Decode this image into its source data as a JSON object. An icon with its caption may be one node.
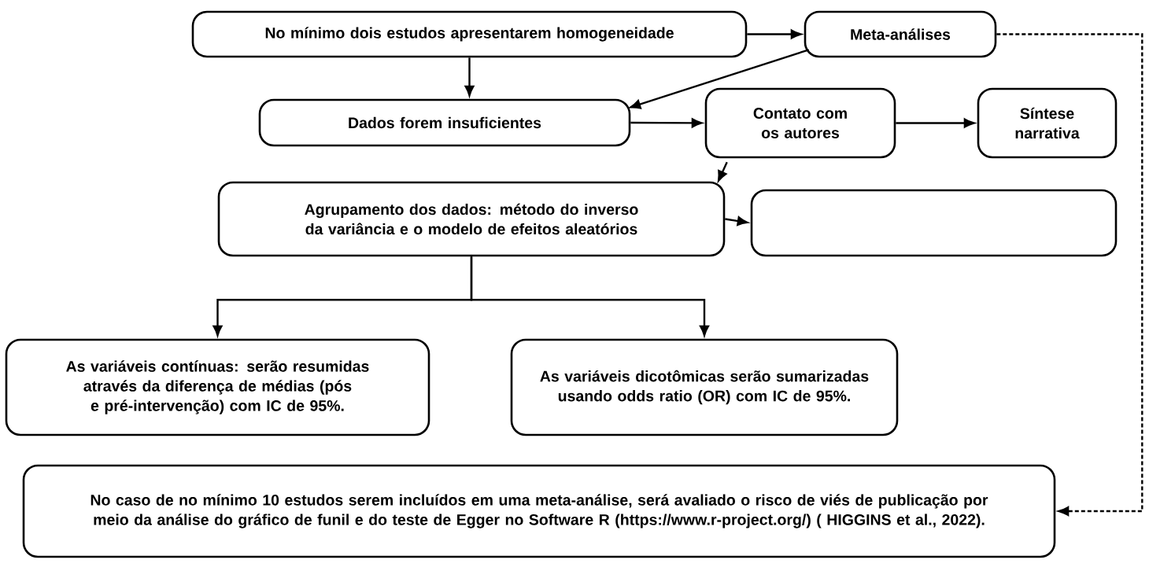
{
  "diagram": {
    "nodes": [
      {
        "text": [
          "No mínimo dois estudos apresentarem homogeneidade"
        ]
      },
      {
        "text": [
          "Meta-análises"
        ]
      },
      {
        "text": [
          "Dados forem insuficientes"
        ]
      },
      {
        "text": [
          "Contato com os autores"
        ]
      },
      {
        "text": [
          "Síntese narrativa"
        ]
      },
      {
        "text": [
          "Agrupamento dos dados: método do inverso da variância e o modelo de efeitos aleatórios"
        ]
      },
      {
        "text": [],
        "shape": "box"
      },
      {
        "text": [
          "As variáveis contínuas: serão resumidas através da diferença de médias (pós e pré-intervenção) com IC de 95%."
        ]
      },
      {
        "text": [
          "As variáveis dicotômicas serão sumarizadas usando odds ratio (OR) com IC de 95%."
        ]
      },
      {
        "text": [
          "No caso de no mínimo 10 estudos serem incluídos em uma meta-análise, será avaliado o risco de viés de publicação por meio da análise do gráfico de funil e do teste de Egger no Software R (https://www.r-project.org/) ( HIGGINS et al., 2022)."
        ]
      }
    ],
    "edges": [
      {
        "from": 0,
        "to": 1,
        "arrow": "to"
      },
      {
        "from": 0,
        "to": 2,
        "arrow": "to"
      },
      {
        "from": 1,
        "to": 2,
        "arrow": "to"
      },
      {
        "from": 2,
        "to": 3,
        "arrow": "to"
      },
      {
        "from": 3,
        "to": 4,
        "arrow": "to"
      },
      {
        "from": 3,
        "to": 5,
        "arrow": "to"
      },
      {
        "from": 5,
        "to": 6,
        "arrow": "to"
      },
      {
        "from": 5,
        "to": 7,
        "arrow": "to"
      },
      {
        "from": 5,
        "to": 8,
        "arrow": "to"
      },
      {
        "from": 1,
        "to": 9,
        "arrow": "to",
        "style": "dashed"
      }
    ]
  }
}
